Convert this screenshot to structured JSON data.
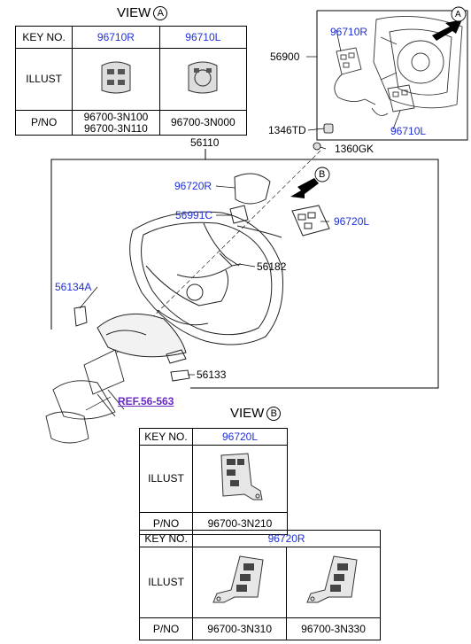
{
  "view_a": {
    "title": "VIEW",
    "marker": "A",
    "row_key": "KEY NO.",
    "row_illust": "ILLUST",
    "row_pno": "P/NO",
    "cols": [
      {
        "key": "96710R",
        "pno_1": "96700-3N100",
        "pno_2": "96700-3N110"
      },
      {
        "key": "96710L",
        "pno_1": "96700-3N000",
        "pno_2": ""
      }
    ]
  },
  "view_b": {
    "title": "VIEW",
    "marker": "B",
    "table1": {
      "row_key": "KEY NO.",
      "row_illust": "ILLUST",
      "row_pno": "P/NO",
      "key": "96720L",
      "pno": "96700-3N210"
    },
    "table2": {
      "row_key": "KEY NO.",
      "row_illust": "ILLUST",
      "row_pno": "P/NO",
      "key": "96720R",
      "pno_1": "96700-3N310",
      "pno_2": "96700-3N330"
    }
  },
  "callouts": {
    "airbag_box": {
      "p56900": "56900",
      "p96710R": "96710R",
      "p96710L": "96710L",
      "marker": "A"
    },
    "p1346TD": "1346TD",
    "p1360GK": "1360GK",
    "p56110": "56110",
    "p96720R": "96720R",
    "p96720L": "96720L",
    "p56991C": "56991C",
    "p56182": "56182",
    "p56134A": "56134A",
    "p56133": "56133",
    "marker_b": "B",
    "ref": "REF.56-563"
  }
}
